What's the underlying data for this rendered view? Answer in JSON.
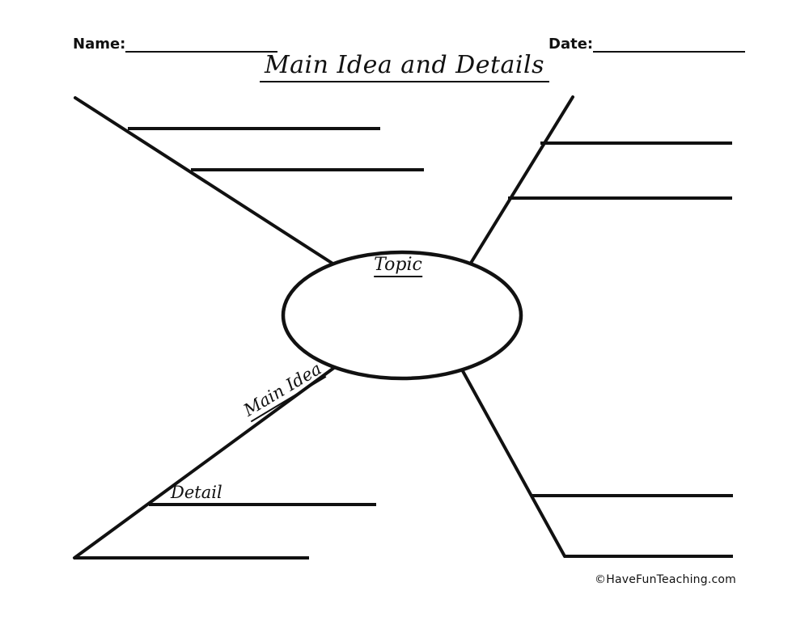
{
  "header": {
    "name_label": "Name:",
    "date_label": "Date:",
    "title": "Main Idea and Details"
  },
  "diagram": {
    "topic_label": "Topic",
    "main_idea_label": "Main Idea",
    "detail_label": "Detail",
    "ink_color": "#111111",
    "background_color": "#ffffff"
  },
  "footer": {
    "copyright": "©HaveFunTeaching.com"
  }
}
